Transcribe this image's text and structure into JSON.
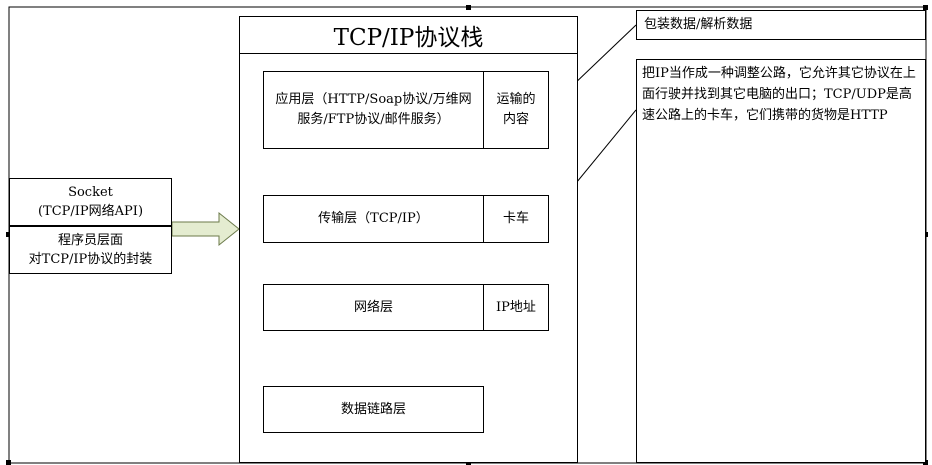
{
  "stack": {
    "title": "TCP/IP协议栈",
    "layers": [
      {
        "name": "应用层（HTTP/Soap协议/万维网服务/FTP协议/邮件服务）",
        "side": "运输的内容"
      },
      {
        "name": "传输层（TCP/IP）",
        "side": "卡车"
      },
      {
        "name": "网络层",
        "side": "IP地址"
      },
      {
        "name": "数据链路层",
        "side": ""
      }
    ]
  },
  "socket": {
    "title": "Socket\n(TCP/IP网络API)",
    "description": "程序员层面\n对TCP/IP协议的封装"
  },
  "notes": {
    "packing": "包装数据/解析数据",
    "analogy": "把IP当作成一种调整公路，它允许其它协议在上面行驶并找到其它电脑的出口；TCP/UDP是高速公路上的卡车，它们携带的货物是HTTP"
  },
  "colors": {
    "arrow_fill": "#e4ecd0",
    "arrow_stroke": "#6b7a4a"
  }
}
